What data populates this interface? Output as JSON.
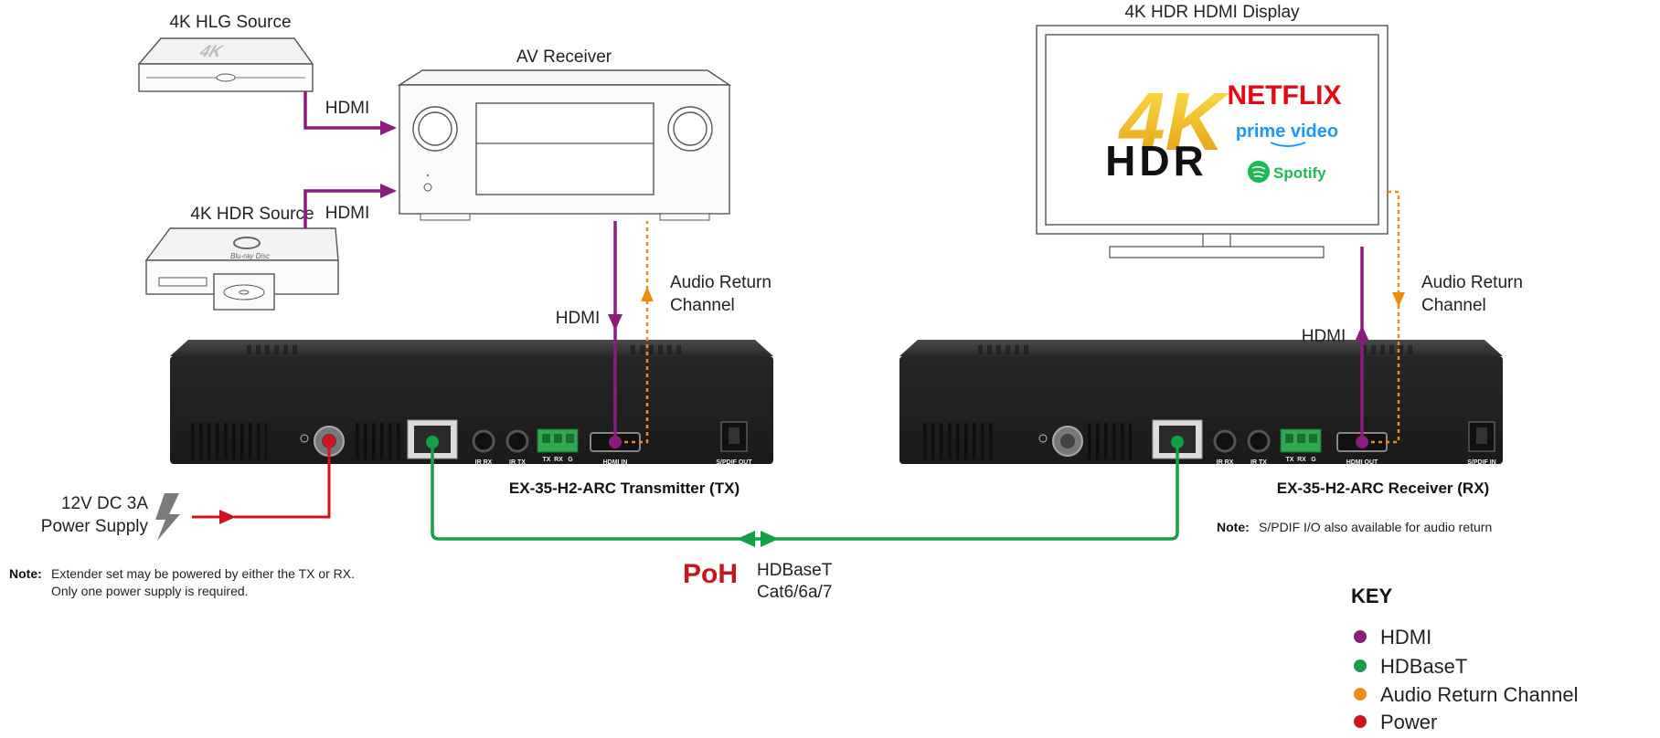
{
  "devices": {
    "hlg_source": "4K HLG Source",
    "hdr_source": "4K HDR Source",
    "av_receiver": "AV Receiver",
    "display": "4K HDR HDMI Display",
    "transmitter": "EX-35-H2-ARC Transmitter (TX)",
    "receiver": "EX-35-H2-ARC Receiver (RX)"
  },
  "display_screen": {
    "big_4k": "4K",
    "big_hdr": "HDR",
    "netflix": "NETFLIX",
    "prime": "prime video",
    "spotify": "Spotify"
  },
  "connections": {
    "hdmi": "HDMI",
    "arc_line1": "Audio Return",
    "arc_line2": "Channel",
    "hdbaset_line1": "HDBaseT",
    "hdbaset_line2": "Cat6/6a/7",
    "poh": "PoH"
  },
  "power": {
    "line1": "12V DC 3A",
    "line2": "Power Supply"
  },
  "ports": {
    "ir_rx": "IR RX",
    "ir_tx": "IR TX",
    "rs_tx": "TX",
    "rs_rx": "RX",
    "rs_g": "G",
    "hdmi_in": "HDMI IN",
    "hdmi_out": "HDMI OUT",
    "spdif_out": "S/PDIF OUT",
    "spdif_in": "S/PDIF IN"
  },
  "notes": {
    "label": "Note:",
    "power_line1": "Extender set may be powered by either the TX or RX.",
    "power_line2": "Only one power supply is required.",
    "spdif": "S/PDIF I/O also available for audio return"
  },
  "key": {
    "title": "KEY",
    "items": [
      {
        "label": "HDMI",
        "color": "#8b1c7e"
      },
      {
        "label": "HDBaseT",
        "color": "#14a046"
      },
      {
        "label": "Audio Return Channel",
        "color": "#f08c0a"
      },
      {
        "label": "Power",
        "color": "#d0111e"
      }
    ]
  },
  "colors": {
    "hdmi": "#8b1c7e",
    "hdbaset": "#14a046",
    "arc": "#f08c0a",
    "power": "#d0111e",
    "device_dark": "#2e2e2e"
  }
}
